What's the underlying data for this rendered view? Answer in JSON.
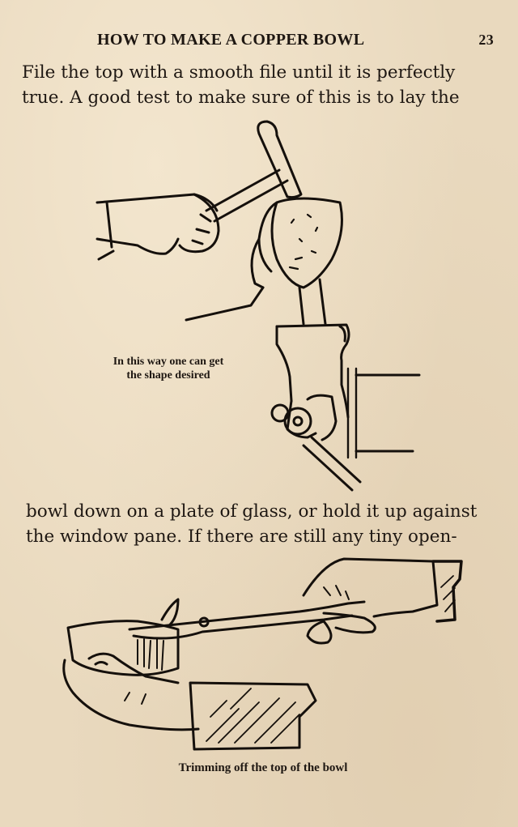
{
  "header": {
    "running_title": "HOW TO MAKE A COPPER BOWL",
    "page_number": "23"
  },
  "paragraphs": [
    {
      "lines": [
        "File the top with a smooth file until it is perfectly",
        "true.  A good test to make sure of this is to lay the"
      ]
    },
    {
      "lines": [
        "bowl down on a plate of glass, or hold it up against",
        "the window pane.  If there are still any tiny open-"
      ]
    }
  ],
  "figures": [
    {
      "illustration": "hand-hammering-bowl-on-vise",
      "caption_lines": [
        "In this way one can get",
        "the shape desired"
      ]
    },
    {
      "illustration": "hands-trimming-bowl-with-shears",
      "caption_lines": [
        "Trimming off the top of the bowl"
      ]
    }
  ],
  "colors": {
    "paper": "#e9d9be",
    "ink": "#1e1712"
  }
}
